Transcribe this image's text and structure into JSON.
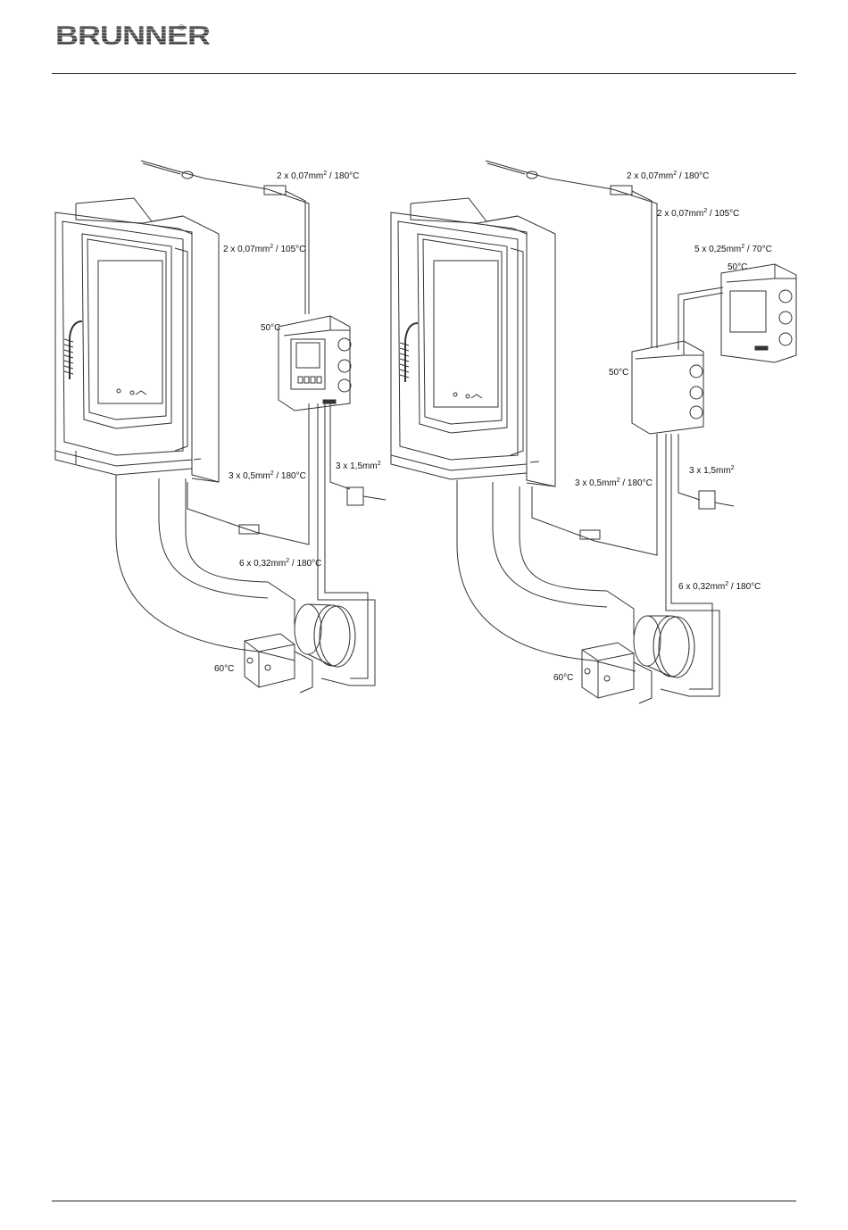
{
  "header": {
    "brand": "BRUNNER",
    "registered_mark": "®"
  },
  "diagram_left": {
    "labels": {
      "cable_sensor": "2 x 0,07mm",
      "cable_sensor_rating": " / 180°C",
      "cable_105": "2 x 0,07mm",
      "cable_105_rating": " / 105°C",
      "controller_temp": "50°C",
      "cable_power": "3 x 1,5mm",
      "cable_05": "3 x 0,5mm",
      "cable_05_rating": " / 180°C",
      "cable_032": "6 x 0,32mm",
      "cable_032_rating": " / 180°C",
      "motor_temp": "60°C",
      "superscript": "2"
    }
  },
  "diagram_right": {
    "labels": {
      "cable_sensor": "2 x 0,07mm",
      "cable_sensor_rating": " / 180°C",
      "cable_105": "2 x 0,07mm",
      "cable_105_rating": " / 105°C",
      "cable_display": "5 x 0,25mm",
      "cable_display_rating": " / 70°C",
      "display_temp": "50°C",
      "junction_temp": "50°C",
      "cable_power": "3 x 1,5mm",
      "cable_05": "3 x 0,5mm",
      "cable_05_rating": " / 180°C",
      "cable_032": "6 x 0,32mm",
      "cable_032_rating": " / 180°C",
      "motor_temp": "60°C",
      "superscript": "2"
    }
  }
}
